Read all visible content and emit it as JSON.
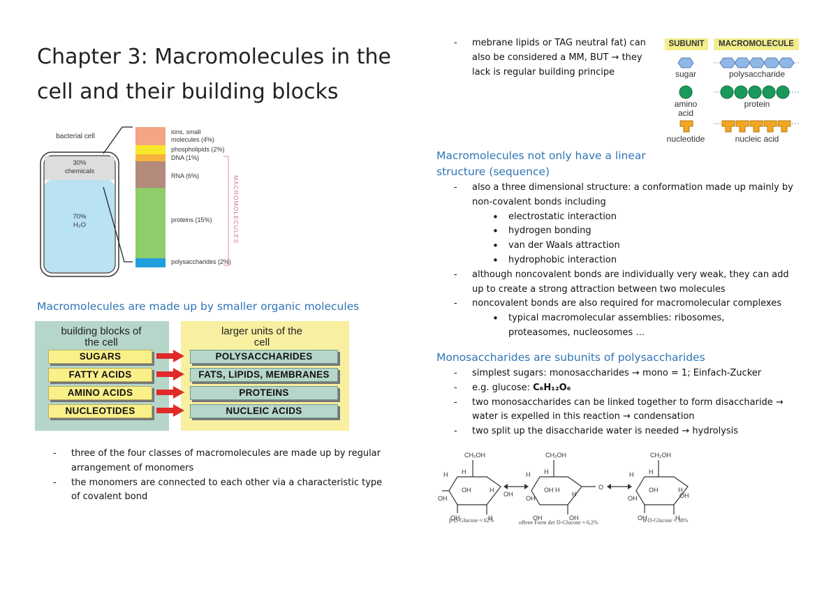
{
  "title": "Chapter 3: Macromolecules in the cell and their building blocks",
  "cell_figure": {
    "cell_label": "bacterial cell",
    "chemicals_label": "30% chemicals",
    "water_pct": "70%",
    "water_label": "H₂O",
    "rows": [
      {
        "label": "ions, small molecules (4%)",
        "color": "#f4a585"
      },
      {
        "label": "phospholipids (2%)",
        "color": "#f8e82a"
      },
      {
        "label": "DNA (1%)",
        "color": "#f6b33e"
      },
      {
        "label": "RNA (6%)",
        "color": "#b48a7c"
      },
      {
        "label": "proteins (15%)",
        "color": "#8fcc6a"
      },
      {
        "label": "polysaccharides (2%)",
        "color": "#1f9fdc"
      }
    ],
    "side_label": "MACROMOLECULES"
  },
  "section1": {
    "heading": "Macromolecules are made up by smaller organic molecules",
    "building_blocks": {
      "left_header": "building blocks of the cell",
      "right_header": "larger units of the cell",
      "left": [
        "SUGARS",
        "FATTY ACIDS",
        "AMINO ACIDS",
        "NUCLEOTIDES"
      ],
      "right": [
        "POLYSACCHARIDES",
        "FATS, LIPIDS, MEMBRANES",
        "PROTEINS",
        "NUCLEIC ACIDS"
      ]
    },
    "bullets": [
      "three of the four classes of macromolecules are made up by regular arrangement of monomers",
      "the monomers are connected to each other via a characteristic type of covalent bond"
    ]
  },
  "top_right_bullet": "mebrane lipids or TAG neutral fat) can also be considered a MM, BUT → they lack is regular building principe",
  "subunit_figure": {
    "header_subunit": "SUBUNIT",
    "header_macro": "MACROMOLECULE",
    "rows": [
      {
        "subunit": "sugar",
        "macro": "polysaccharide",
        "color": "#8fb8e8"
      },
      {
        "subunit": "amino acid",
        "macro": "protein",
        "color": "#1a9a5a"
      },
      {
        "subunit": "nucleotide",
        "macro": "nucleic acid",
        "color": "#f2a622"
      }
    ]
  },
  "section2": {
    "heading": "Macromolecules not only have a linear structure (sequence)",
    "item1": "also a three dimensional structure: a conformation made up mainly by non-covalent bonds including",
    "sub": [
      "electrostatic interaction",
      "hydrogen bonding",
      "van der Waals attraction",
      "hydrophobic interaction"
    ],
    "item2": "although noncovalent bonds are individually very weak, they can add up to create a strong attraction between two molecules",
    "item3": "noncovalent bonds are also required for macromolecular complexes",
    "sub3": "typical macromolecular assemblies: ribosomes, proteasomes, nucleosomes …"
  },
  "section3": {
    "heading": "Monosaccharides are subunits of polysaccharides",
    "b1": "simplest sugars: monosaccharides → mono = 1; Einfach-Zucker",
    "b2_prefix": "e.g. glucose: ",
    "b2_formula": "C₆H₁₂O₆",
    "b3": "two monosaccharides can be linked together to form disaccharide → water is expelled in this reaction → condensation",
    "b4": "two split up the disaccharide water is needed → hydrolysis"
  },
  "glucose_figure": {
    "ch2oh": "CH₂OH",
    "captions": [
      "β-D-Glucose ≈ 62%",
      "offene Form der D-Glucose ≈ 0,2%",
      "α-D-Glucose ≈ 38%"
    ]
  }
}
